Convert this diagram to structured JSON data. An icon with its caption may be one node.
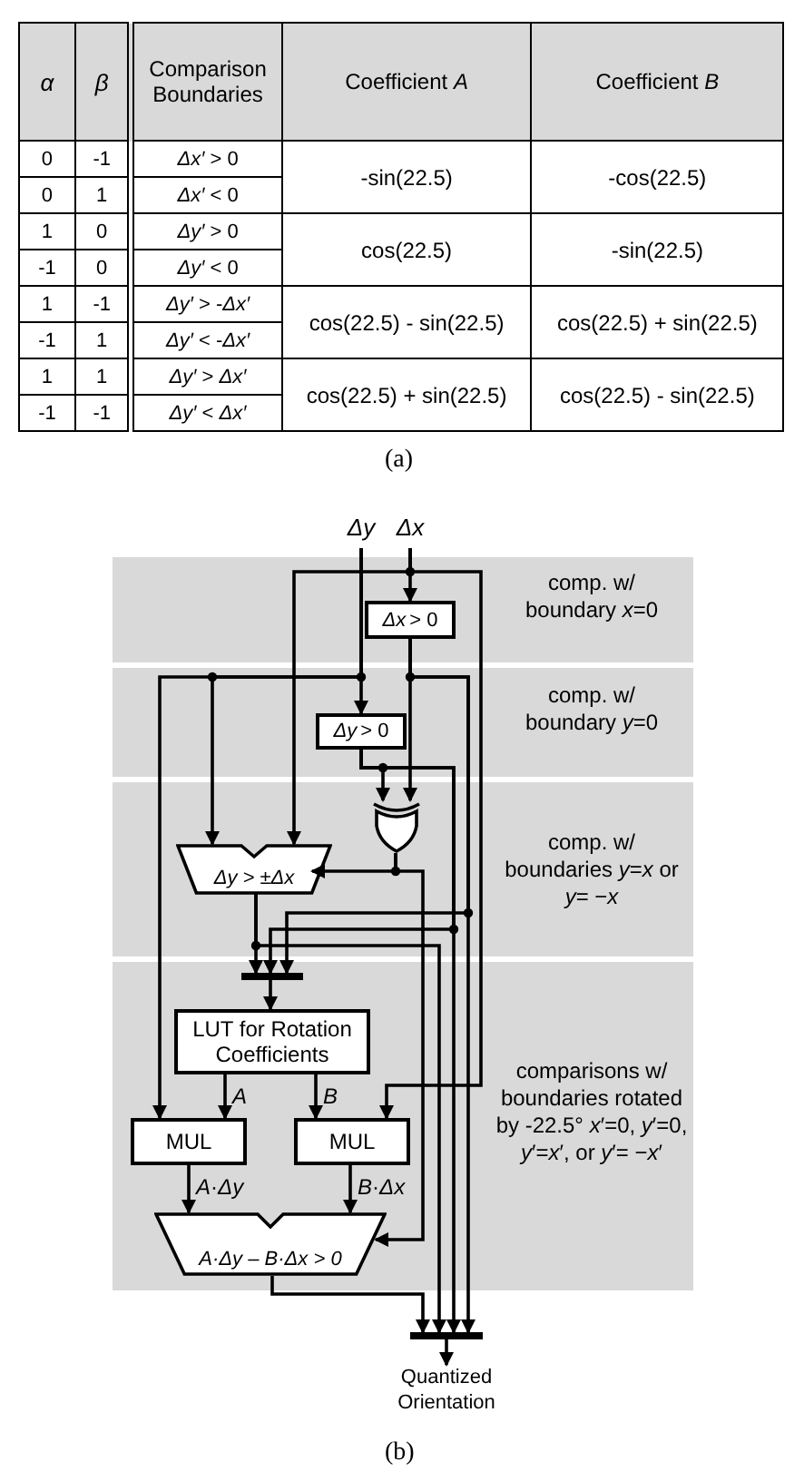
{
  "diagram": {
    "nodes": [
      {
        "text": [
          "comp. w/ boundary *x*=0"
        ]
      },
      {
        "text": [
          "*Δx* > 0"
        ],
        "in": 0
      },
      {
        "text": [
          "comp. w/ boundary *y*=0"
        ]
      },
      {
        "text": [
          "*Δy* > 0"
        ],
        "in": 2
      },
      {
        "text": [
          "comp. w/ boundaries *y*=*x* or *y*= −*x*"
        ]
      },
      {
        "text": [],
        "shape": "gate",
        "in": 4
      },
      {
        "text": [
          "*Δy* > ±*Δx*"
        ],
        "in": 4
      },
      {
        "text": [
          "comparisons w/ boundaries rotated by -22.5° *x*′=0, *y*′=0, *y*′=*x*′, or *y*′= −*x*′"
        ]
      },
      {
        "text": [
          "LUT for Rotation Coefficients"
        ],
        "in": 7
      },
      {
        "text": [
          "MUL"
        ],
        "in": 7
      },
      {
        "text": [
          "MUL"
        ],
        "in": 7
      },
      {
        "text": [
          "*A*·*Δy* – *B*·*Δx* > 0"
        ],
        "in": 7
      },
      {
        "text": [],
        "shape": "bar",
        "in": 7
      },
      {
        "text": [],
        "shape": "bar"
      },
      {
        "text": [
          "Quantized Orientation"
        ]
      },
      {
        "text": [
          "*Δy*"
        ]
      },
      {
        "text": [
          "*Δx*"
        ]
      }
    ],
    "edges": [
      {
        "from": 16,
        "to": 1,
        "arrow": "to"
      },
      {
        "from": 16,
        "to": 6,
        "arrow": "to"
      },
      {
        "from": 16,
        "to": 10,
        "arrow": "to"
      },
      {
        "from": 15,
        "to": 3,
        "arrow": "to"
      },
      {
        "from": 15,
        "to": 6,
        "arrow": "to"
      },
      {
        "from": 15,
        "to": 9,
        "arrow": "to"
      },
      {
        "from": 1,
        "to": 5,
        "arrow": "to"
      },
      {
        "from": 1,
        "to": 12,
        "arrow": "to"
      },
      {
        "from": 1,
        "to": 13,
        "arrow": "to"
      },
      {
        "from": 3,
        "to": 5,
        "arrow": "to"
      },
      {
        "from": 3,
        "to": 12,
        "arrow": "to"
      },
      {
        "from": 3,
        "to": 13,
        "arrow": "to"
      },
      {
        "from": 5,
        "to": 6,
        "arrow": "to"
      },
      {
        "from": 5,
        "to": 11,
        "arrow": "to"
      },
      {
        "from": 6,
        "to": 12,
        "arrow": "to"
      },
      {
        "from": 6,
        "to": 13,
        "arrow": "to"
      },
      {
        "from": 12,
        "to": 8,
        "arrow": "to"
      },
      {
        "from": 8,
        "to": 9,
        "arrow": "to",
        "label": "*A*"
      },
      {
        "from": 8,
        "to": 10,
        "arrow": "to",
        "label": "*B*"
      },
      {
        "from": 9,
        "to": 11,
        "arrow": "to",
        "label": "*A*·*Δy*"
      },
      {
        "from": 10,
        "to": 11,
        "arrow": "to",
        "label": "*B*·*Δx*"
      },
      {
        "from": 11,
        "to": 13,
        "arrow": "to"
      },
      {
        "from": 13,
        "to": 14,
        "arrow": "to"
      }
    ],
    "labels": [
      "α",
      "β",
      "Comparison Boundaries",
      "Coefficient *A*",
      "Coefficient *B*",
      "0",
      "-1",
      "*Δx′* > 0",
      "-sin(22.5)",
      "-cos(22.5)",
      "0",
      "1",
      "*Δx′* < 0",
      "1",
      "0",
      "*Δy′* > 0",
      "cos(22.5)",
      "-sin(22.5)",
      "-1",
      "0",
      "*Δy′* < 0",
      "1",
      "-1",
      "*Δy′* > -*Δx′*",
      "cos(22.5) - sin(22.5)",
      "cos(22.5) + sin(22.5)",
      "-1",
      "1",
      "*Δy′* < -*Δx′*",
      "1",
      "1",
      "*Δy′* > *Δx′*",
      "cos(22.5) + sin(22.5)",
      "cos(22.5) - sin(22.5)",
      "-1",
      "-1",
      "*Δy′* < *Δx′*",
      "(a)",
      "(b)"
    ]
  }
}
